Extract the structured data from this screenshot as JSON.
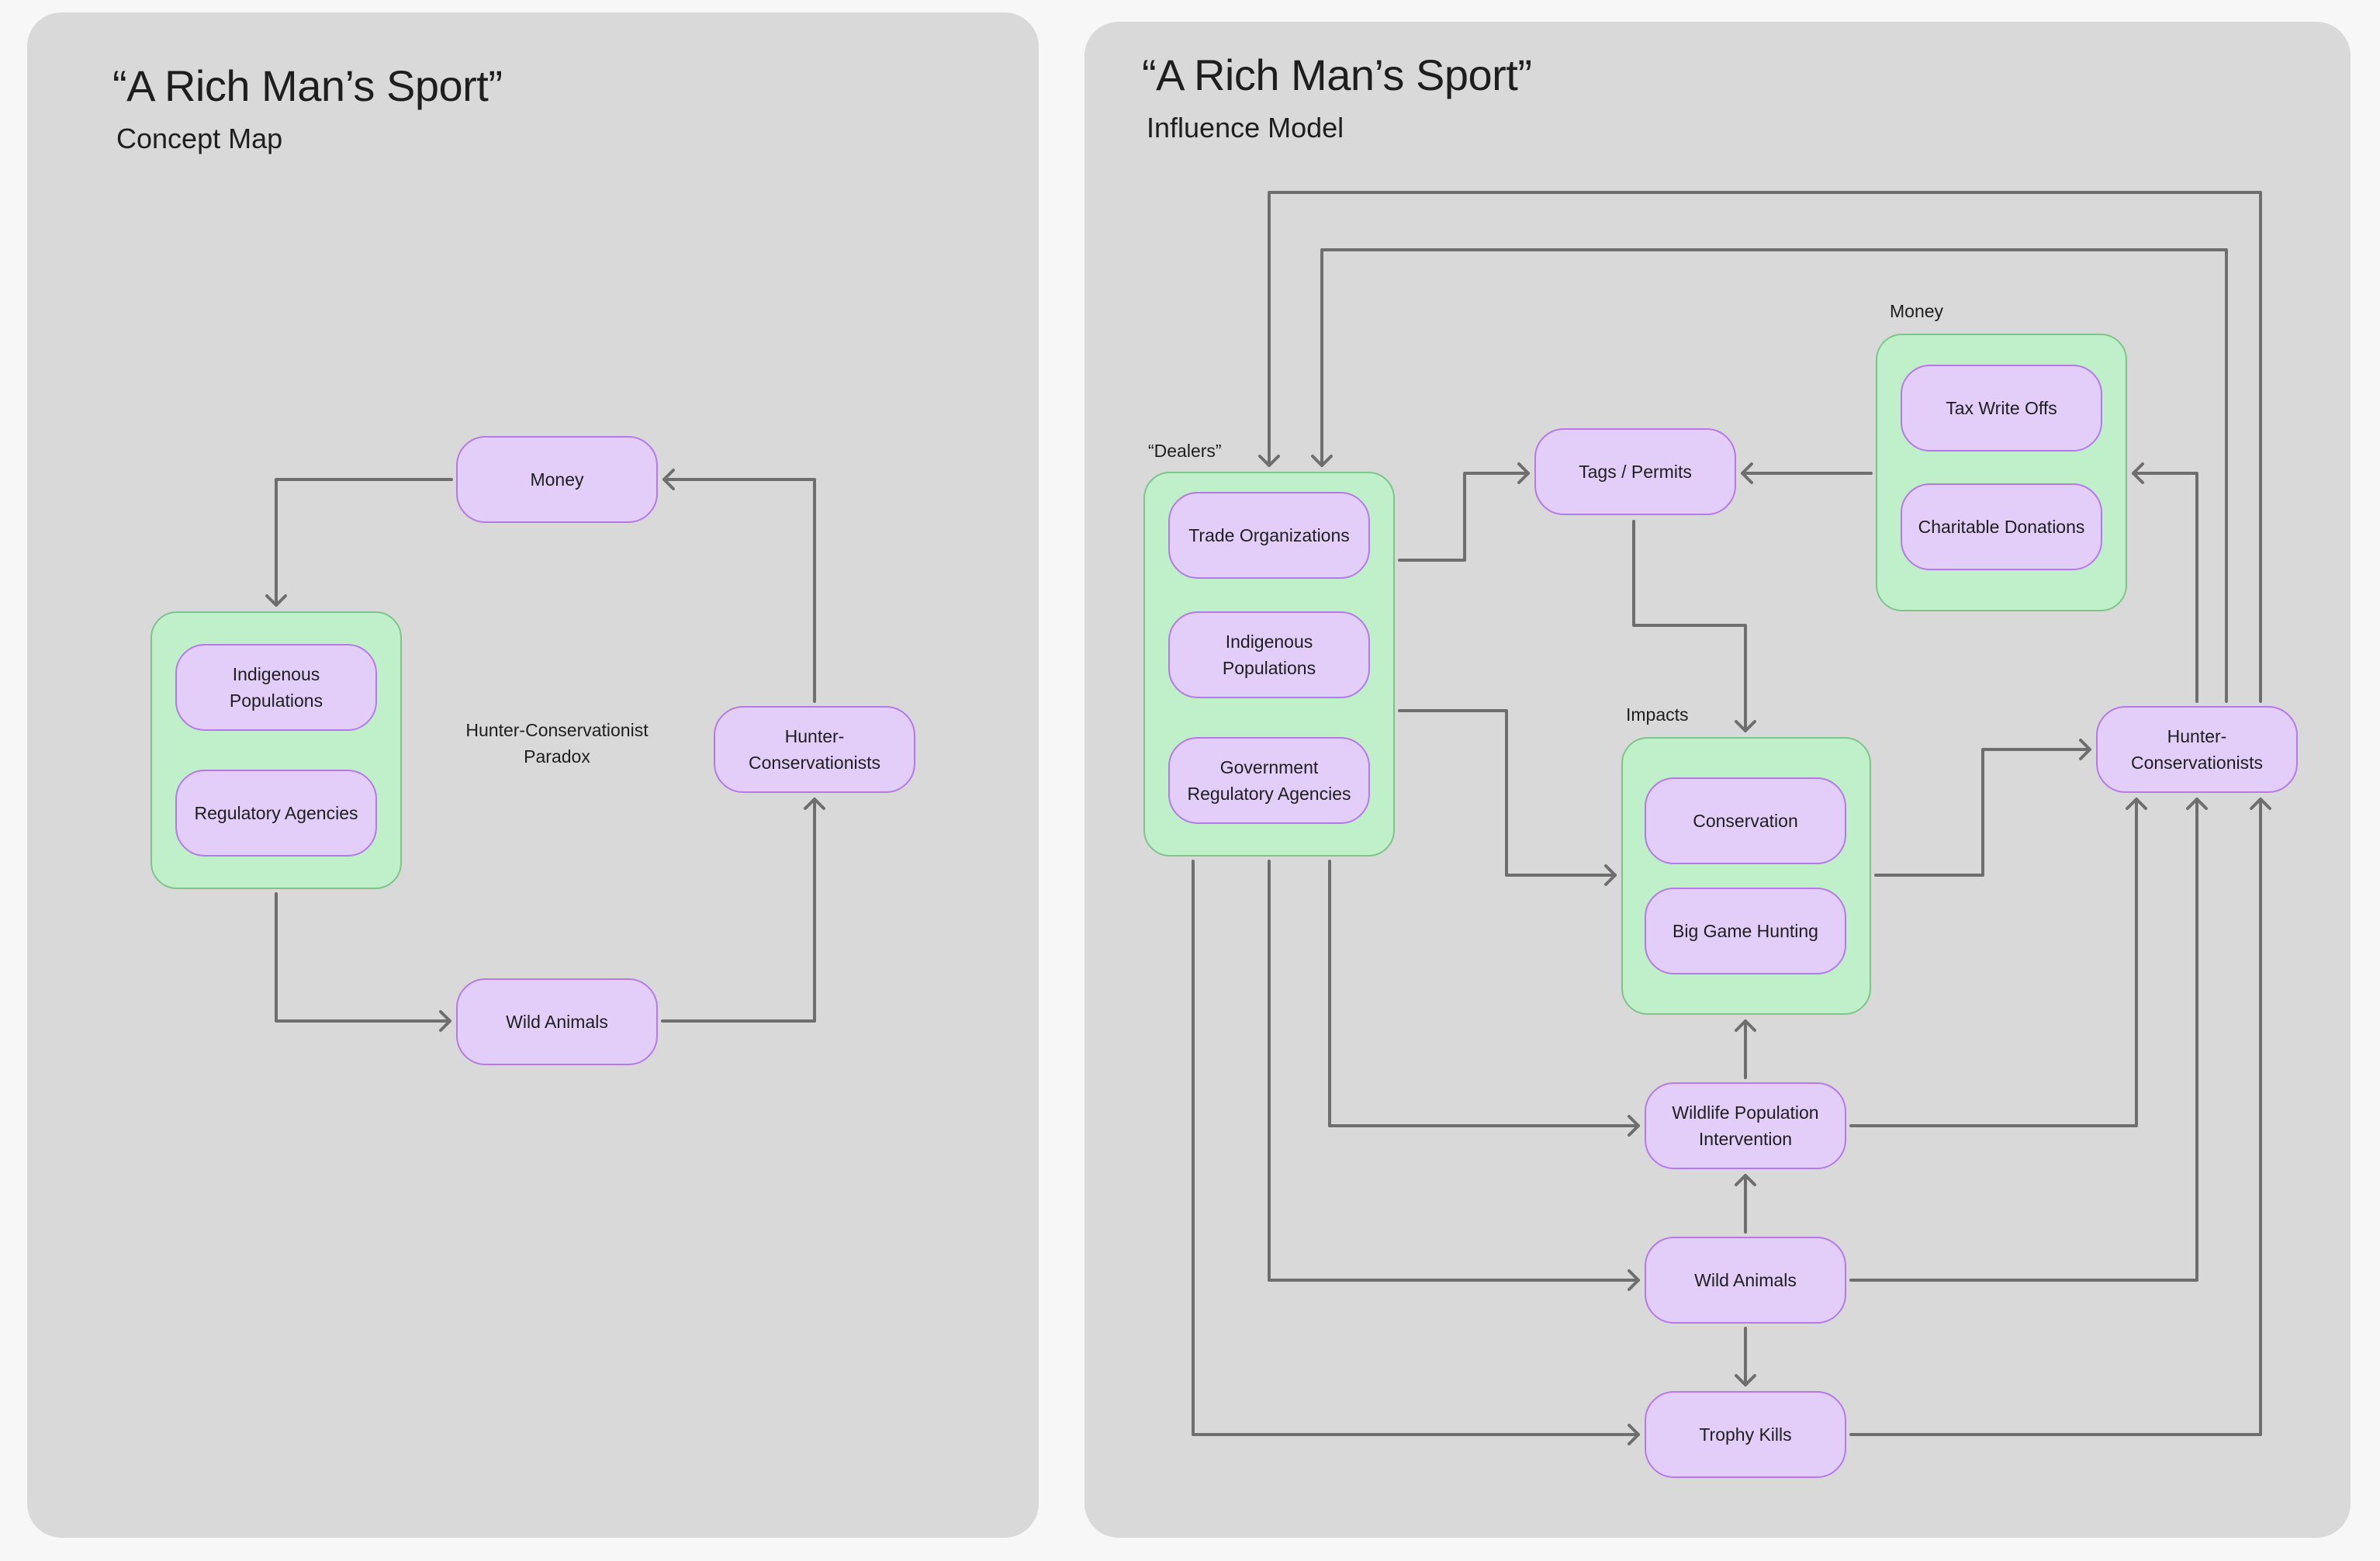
{
  "left_board": {
    "title": "“A Rich Man’s Sport”",
    "subtitle": "Concept Map",
    "nodes": {
      "money": "Money",
      "indigenous": "Indigenous Populations",
      "regulatory": "Regulatory Agencies",
      "hunter": "Hunter-Conservationists",
      "wild": "Wild Animals"
    },
    "center_note": "Hunter-Conservationist Paradox"
  },
  "right_board": {
    "title": "“A Rich Man’s Sport”",
    "subtitle": "Influence Model",
    "groups": {
      "dealers": "“Dealers”",
      "money": "Money",
      "impacts": "Impacts"
    },
    "nodes": {
      "trade": "Trade Organizations",
      "indigenous": "Indigenous Populations",
      "government": "Government Regulatory Agencies",
      "tags": "Tags / Permits",
      "tax": "Tax Write Offs",
      "charitable": "Charitable Donations",
      "conservation": "Conservation",
      "big_game": "Big Game Hunting",
      "hunter": "Hunter-Conservationists",
      "wildlife_intervention": "Wildlife Population Intervention",
      "wild": "Wild Animals",
      "trophy": "Trophy Kills"
    }
  },
  "colors": {
    "board": "#d9d9d9",
    "group_fill": "#bff0c9",
    "group_stroke": "#7fc48a",
    "node_fill": "#e3cefa",
    "node_stroke": "#b57ae8",
    "edge": "#6e6e6e"
  }
}
